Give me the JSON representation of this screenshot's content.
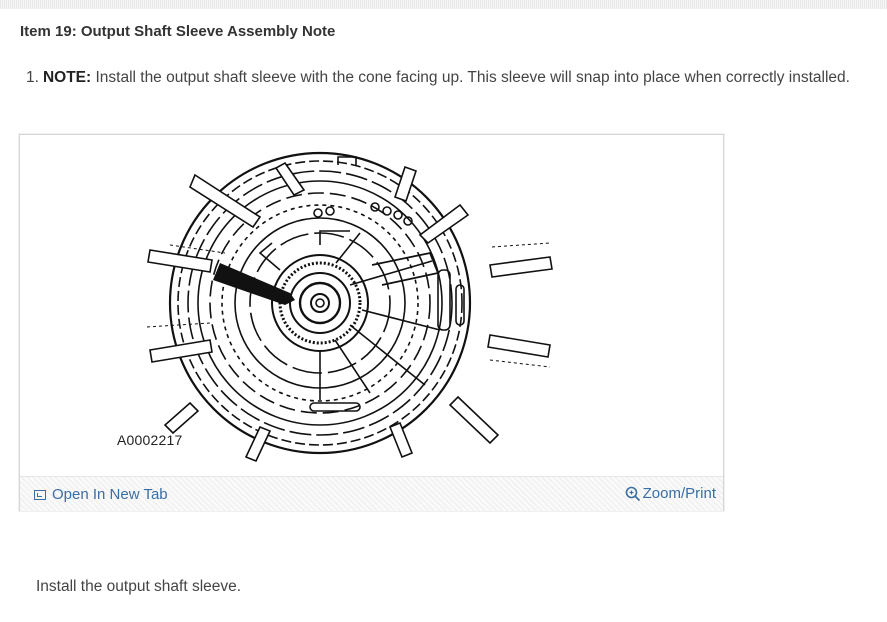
{
  "page": {
    "item_title": "Item 19: Output Shaft Sleeve Assembly Note",
    "step": {
      "number": "1.",
      "note_label": "NOTE:",
      "text": " Install the output shaft sleeve with the cone facing up. This sleeve will snap into place when correctly installed."
    },
    "figure": {
      "code": "A0002217",
      "open_tab_label": "Open In New Tab",
      "zoom_label": "Zoom/Print"
    },
    "instruction": "Install the output shaft sleeve."
  },
  "colors": {
    "link": "#3a6ea5",
    "text": "#333333",
    "figure_border": "#d6d6d6"
  },
  "icons": {
    "open_tab": "open-in-new-tab-icon",
    "zoom": "magnifier-icon"
  }
}
